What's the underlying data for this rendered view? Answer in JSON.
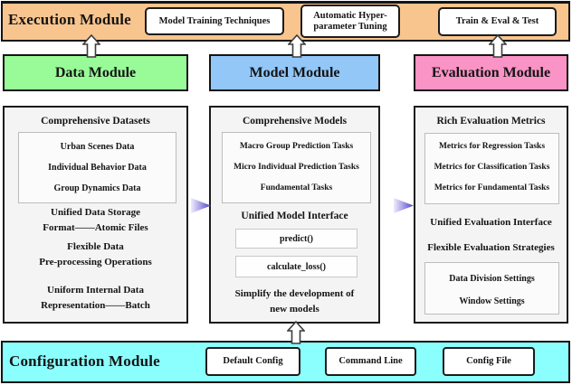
{
  "execution_module": {
    "title": "Execution Module",
    "items": [
      {
        "label": "Model Training Techniques"
      },
      {
        "label": "Automatic Hyper-parameter Tuning"
      },
      {
        "label": "Train & Eval & Test"
      }
    ]
  },
  "data_module": {
    "title": "Data Module",
    "section_header": "Comprehensive Datasets",
    "datasets": [
      "Urban Scenes Data",
      "Individual Behavior Data",
      "Group Dynamics Data"
    ],
    "features": [
      {
        "line1": "Unified Data Storage",
        "line2": "Format——Atomic Files"
      },
      {
        "line1": "Flexible Data",
        "line2": "Pre-processing Operations"
      },
      {
        "line1": "Uniform Internal Data",
        "line2": "Representation——Batch"
      }
    ]
  },
  "model_module": {
    "title": "Model Module",
    "section_header": "Comprehensive Models",
    "tasks": [
      "Macro Group Prediction Tasks",
      "Micro Individual Prediction Tasks",
      "Fundamental Tasks"
    ],
    "interface_header": "Unified Model Interface",
    "methods": [
      "predict()",
      "calculate_loss()"
    ],
    "note": {
      "line1": "Simplify the development of",
      "line2": "new models"
    }
  },
  "evaluation_module": {
    "title": "Evaluation Module",
    "section_header": "Rich Evaluation Metrics",
    "metrics": [
      "Metrics for Regression Tasks",
      "Metrics for Classification Tasks",
      "Metrics for Fundamental Tasks"
    ],
    "interface_header": "Unified Evaluation Interface",
    "strategies_header": "Flexible Evaluation Strategies",
    "settings": [
      "Data Division Settings",
      "Window Settings"
    ]
  },
  "configuration_module": {
    "title": "Configuration Module",
    "items": [
      {
        "label": "Default Config"
      },
      {
        "label": "Command Line"
      },
      {
        "label": "Config File"
      }
    ]
  },
  "colors": {
    "execution_bg": "#f9c58f",
    "data_bg": "#98fb98",
    "model_bg": "#92c7f8",
    "evaluation_bg": "#fa93c6",
    "configuration_bg": "#8bfefe",
    "arrow_purple": "#4a43cb",
    "content_bg": "#f4f4f4"
  },
  "icons": {
    "up_arrow": "block-arrow-up",
    "right_arrow": "gradient-arrow-right"
  }
}
